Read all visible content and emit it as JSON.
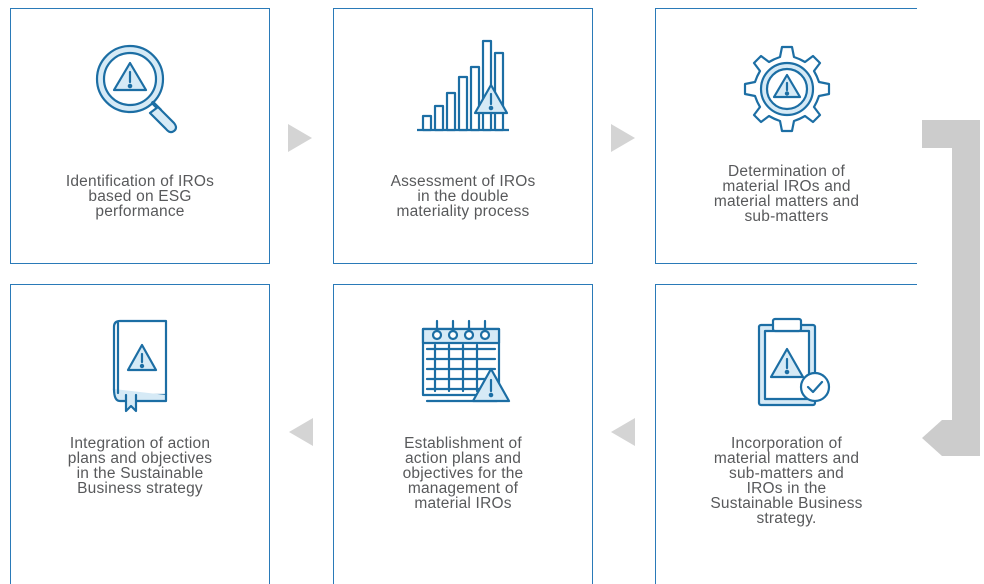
{
  "steps": [
    {
      "label": "Identification of IROs\nbased on ESG\nperformance",
      "icon": "magnifier-warning-icon"
    },
    {
      "label": "Assessment of IROs\nin the double\nmateriality process",
      "icon": "bar-chart-warning-icon"
    },
    {
      "label": "Determination of\nmaterial IROs and\nmaterial matters and\nsub-matters",
      "icon": "gear-warning-icon"
    },
    {
      "label": "Integration of action\nplans and objectives\nin the Sustainable\nBusiness strategy",
      "icon": "book-warning-icon"
    },
    {
      "label": "Establishment of\naction plans and\nobjectives for the\nmanagement of\nmaterial IROs",
      "icon": "calendar-warning-icon"
    },
    {
      "label": "Incorporation of\nmaterial matters and\nsub-matters and\nIROs in the\nSustainable Business\nstrategy.",
      "icon": "clipboard-check-warning-icon"
    }
  ],
  "colors": {
    "border": "#2a7ab8",
    "icon": "#1c6ea4",
    "text": "#58595b",
    "arrow": "#d4d4d4",
    "return_arrow": "#cccccc"
  }
}
